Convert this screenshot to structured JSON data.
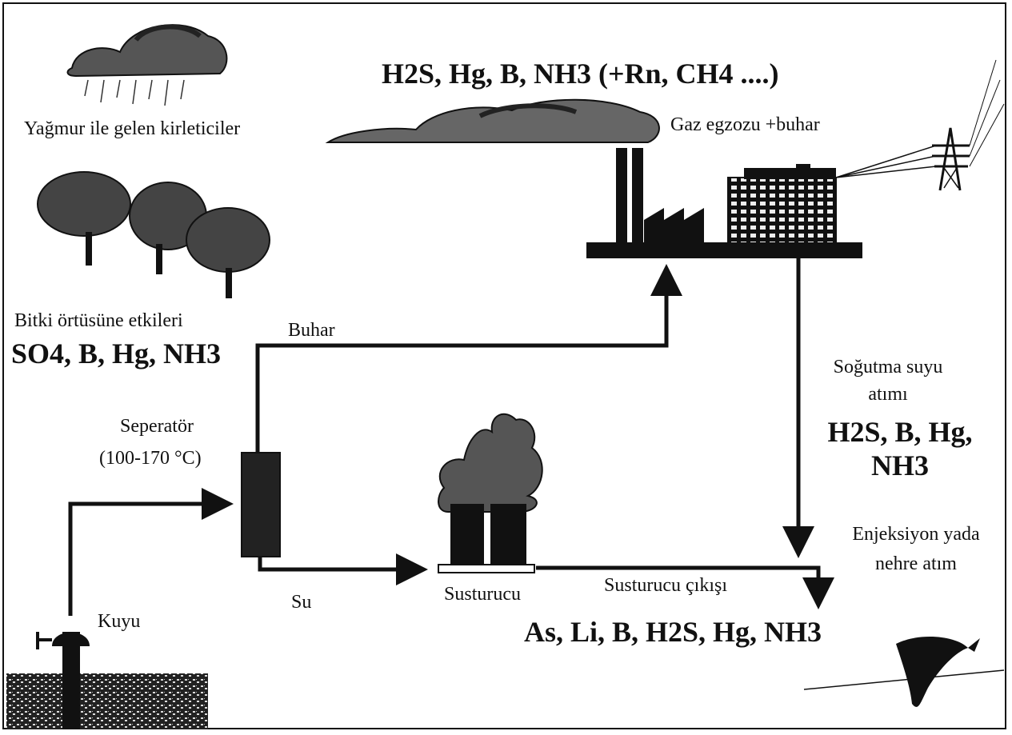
{
  "labels": {
    "rain": "Yağmur ile gelen kirleticiler",
    "emission_gases": "H2S, Hg, B, NH3 (+Rn, CH4 ....)",
    "exhaust": "Gaz egzozu +buhar",
    "vegetation_title": "Bitki örtüsüne etkileri",
    "vegetation_chems": "SO4, B, Hg, NH3",
    "steam": "Buhar",
    "separator_name": "Seperatör",
    "separator_temp": "(100-170 °C)",
    "cooling_line1": "Soğutma suyu",
    "cooling_line2": "atımı",
    "cooling_chems_line1": "H2S, B, Hg,",
    "cooling_chems_line2": "NH3",
    "injection_line1": "Enjeksiyon yada",
    "injection_line2": "nehre atım",
    "water": "Su",
    "silencer": "Susturucu",
    "silencer_outlet": "Susturucu çıkışı",
    "outlet_chems": "As, Li, B, H2S, Hg, NH3",
    "well": "Kuyu"
  },
  "colors": {
    "ink": "#111111",
    "background": "#ffffff"
  },
  "icons": [
    "rain-cloud-icon",
    "trees-icon",
    "steam-cloud-icon",
    "power-plant-icon",
    "transmission-tower-icon",
    "separator-tank-icon",
    "silencer-icon",
    "wellhead-icon",
    "fish-icon"
  ]
}
